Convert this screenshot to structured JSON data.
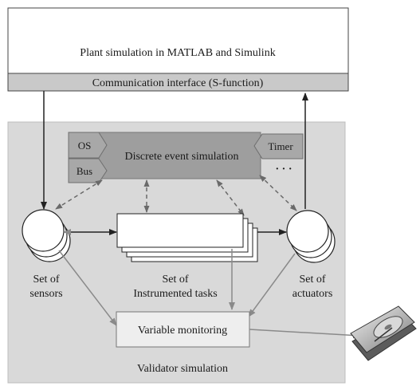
{
  "plant": {
    "title": "Plant simulation in MATLAB and Simulink",
    "interface": "Communication interface (S-function)"
  },
  "validator": {
    "title": "Validator simulation"
  },
  "des": {
    "title": "Discrete event simulation",
    "os": "OS",
    "bus": "Bus",
    "timer": "Timer",
    "more": "· · ·"
  },
  "sensors": {
    "line1": "Set of",
    "line2": "sensors"
  },
  "tasks": {
    "line1": "Set of",
    "line2": "Instrumented tasks"
  },
  "actuators": {
    "line1": "Set of",
    "line2": "actuators"
  },
  "monitoring": {
    "title": "Variable monitoring"
  },
  "colors": {
    "validator_bg": "#d9d9d9",
    "interface_bg": "#c9c9c9",
    "des_bg": "#9e9e9e",
    "tag_bg": "#a8a8a8",
    "monitor_bg": "#eeeeee"
  }
}
